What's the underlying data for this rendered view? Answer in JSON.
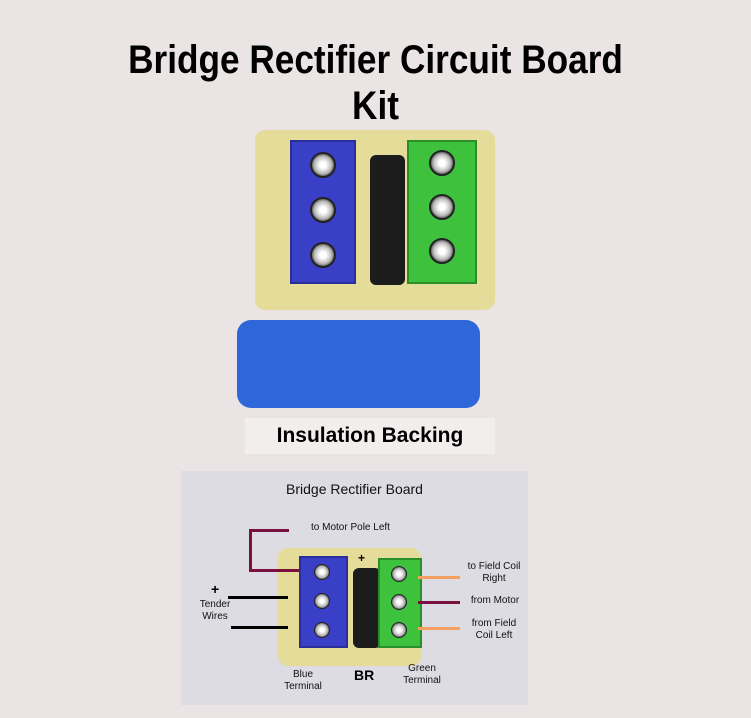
{
  "title_line1": "Bridge Rectifier Circuit Board",
  "title_line2": "Kit",
  "insulation_label": "Insulation Backing",
  "diagram": {
    "title": "Bridge Rectifier Board",
    "motor_pole_left": "to Motor Pole Left",
    "plus": "+",
    "tender_plus": "+",
    "tender_wires": "Tender Wires",
    "field_coil_right": "to Field Coil Right",
    "from_motor": "from Motor",
    "field_coil_left": "from Field Coil Left",
    "blue_terminal": "Blue Terminal",
    "br": "BR",
    "green_terminal": "Green Terminal"
  },
  "colors": {
    "background": "#ebe4e4",
    "blue_terminal": "#3a3fc8",
    "green_terminal": "#3ec23e",
    "board": "#e6dc9a",
    "wire_maroon": "#7a1040",
    "wire_orange": "#f5a060"
  }
}
